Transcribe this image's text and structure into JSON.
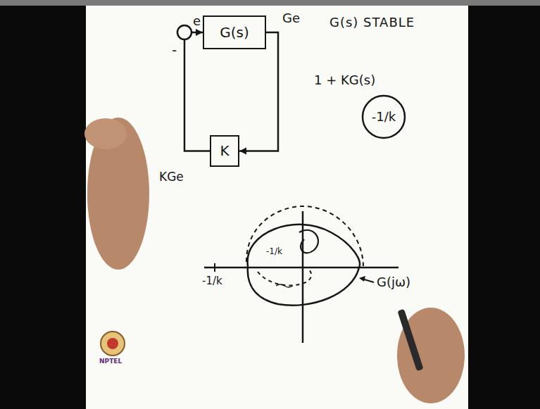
{
  "diagram": {
    "nodes": [
      {
        "text": [
          "G(s)"
        ]
      },
      {
        "text": [
          "K"
        ]
      },
      {
        "text": [
          "-1/k"
        ]
      }
    ],
    "edges": [
      {
        "from": 0,
        "to": 1,
        "arrow": "to"
      },
      {
        "from": 1,
        "to": 0,
        "arrow": "to"
      }
    ],
    "labels": [
      "e",
      "Ge",
      "-",
      "KGe",
      "G(s) STABLE",
      "1 + KG(s)",
      "-1/k",
      "-1/k",
      "G(jω)",
      "NPTEL"
    ]
  }
}
